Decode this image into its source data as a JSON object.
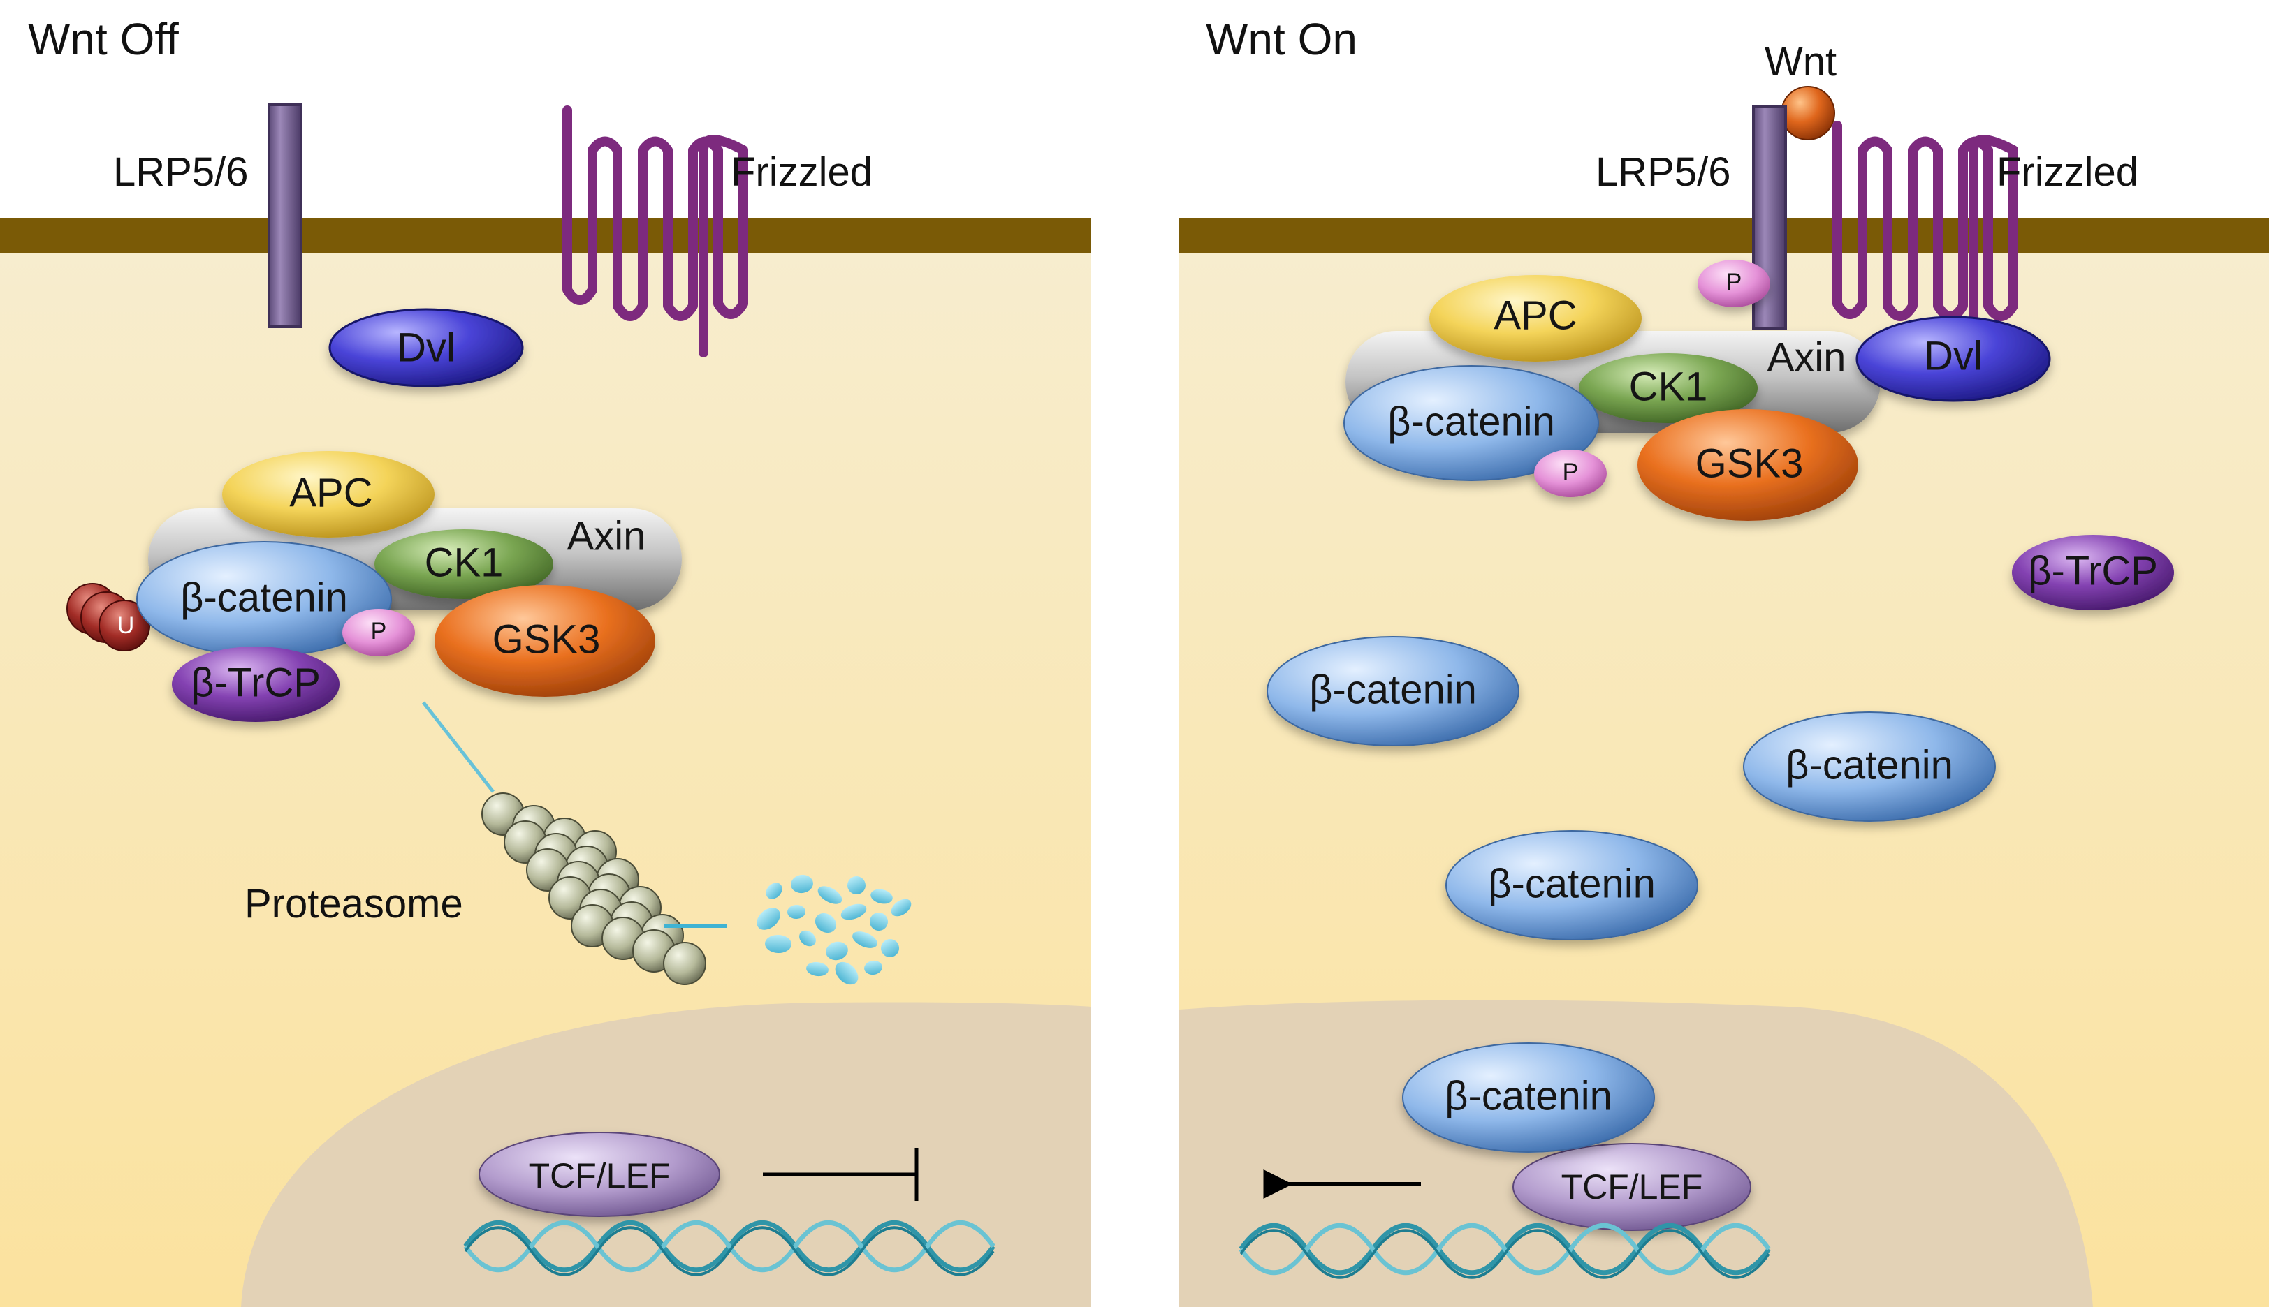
{
  "panels": {
    "off": {
      "title": "Wnt Off",
      "lrp_label": "LRP5/6",
      "frizzled_label": "Frizzled",
      "dvl": "Dvl",
      "apc": "APC",
      "axin": "Axin",
      "ck1": "CK1",
      "beta_catenin": "β-catenin",
      "p": "P",
      "u": "U",
      "gsk3": "GSK3",
      "btrcp": "β-TrCP",
      "proteasome": "Proteasome",
      "tcf_lef": "TCF/LEF"
    },
    "on": {
      "title": "Wnt On",
      "wnt": "Wnt",
      "lrp_label": "LRP5/6",
      "frizzled_label": "Frizzled",
      "p_receptor": "P",
      "apc": "APC",
      "axin": "Axin",
      "dvl": "Dvl",
      "ck1": "CK1",
      "beta_catenin_complex": "β-catenin",
      "p": "P",
      "gsk3": "GSK3",
      "btrcp": "β-TrCP",
      "free_beta_catenin": [
        "β-catenin",
        "β-catenin",
        "β-catenin"
      ],
      "nuclear_beta_catenin": "β-catenin",
      "tcf_lef": "TCF/LEF"
    }
  },
  "colors": {
    "membrane": "#7a5a06",
    "cytoplasm_top": "#f7edcf",
    "cytoplasm_bottom": "#fbe3a2",
    "nucleus": "#e3d2b6",
    "lrp": "#7e6a98",
    "frizzled": "#7d2a7e",
    "dvl": "#3f3bd0",
    "apc": "#f3d35a",
    "axin": "#b9b9b9",
    "ck1": "#6f9a48",
    "beta_catenin": "#8fb8ea",
    "gsk3": "#e86e1e",
    "btrcp": "#7a3aa3",
    "phospho": "#e58fd6",
    "ubiquitin": "#9a2a26",
    "tcf_lef": "#b6a0cf",
    "dna": "#3ea3b4",
    "degraded": "#7fd0e6",
    "wnt": "#d9611a"
  }
}
